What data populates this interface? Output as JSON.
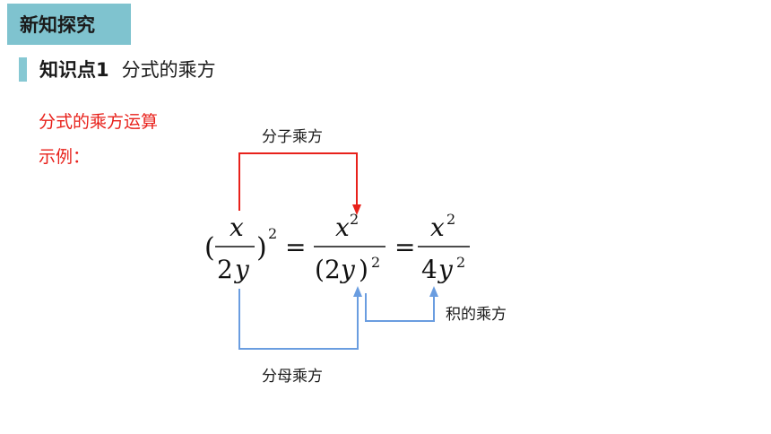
{
  "header": {
    "badge": "新知探究"
  },
  "knowledge_point": {
    "number": "知识点1",
    "title": "分式的乘方"
  },
  "red_lines": {
    "line1": "分式的乘方运算",
    "line2": "示例："
  },
  "labels": {
    "top": "分子乘方",
    "bottom": "分母乘方",
    "right": "积的乘方"
  },
  "formula": {
    "lparen": "(",
    "rparen": ")",
    "num1": "x",
    "den1_coef": "2",
    "den1_var": "y",
    "exp": "2",
    "equals": "=",
    "num2": "x",
    "num2_exp": "2",
    "den2_lparen": "(",
    "den2_coef": "2",
    "den2_var": "y",
    "den2_rparen": ")",
    "den2_exp": "2",
    "num3": "x",
    "num3_exp": "2",
    "den3_coef": "4",
    "den3_var": "y",
    "den3_exp": "2"
  },
  "colors": {
    "badge": "#7fc3cf",
    "accent_red": "#e8211b",
    "arrow_blue": "#6a9de0"
  }
}
